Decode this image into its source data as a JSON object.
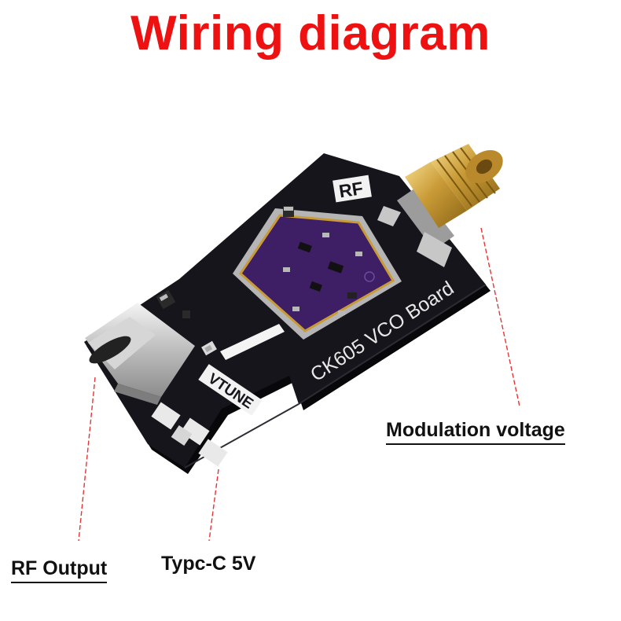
{
  "title": "Wiring diagram",
  "title_color": "#ee1111",
  "labels": {
    "modulation": "Modulation voltage",
    "rf_output": "RF Output",
    "typec": "Typc-C 5V"
  },
  "board": {
    "name": "CK605 VCO Board",
    "rf_marking": "RF",
    "vtune_marking": "VTUNE"
  },
  "colors": {
    "pcb": "#15151b",
    "module_purple": "#3e1f66",
    "gold": "#c99a36",
    "leader_line": "#e23636"
  }
}
